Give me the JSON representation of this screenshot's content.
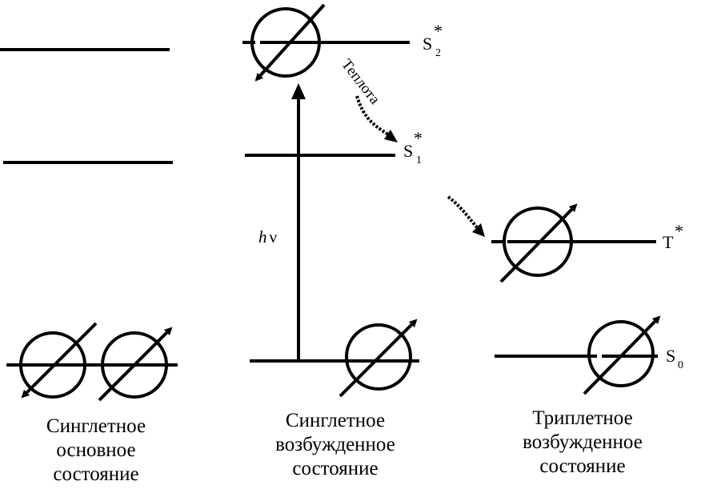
{
  "levels": {
    "s2": {
      "letter": "S",
      "sub": "2",
      "sup": "*"
    },
    "s1": {
      "letter": "S",
      "sub": "1",
      "sup": "*"
    },
    "t": {
      "letter": "T",
      "sup": "*"
    },
    "s0": {
      "letter": "S",
      "sub": "0"
    }
  },
  "labels": {
    "heat": "Теплота",
    "hv_h": "h",
    "hv_nu": "ν"
  },
  "captions": {
    "ground": [
      "Синглетное",
      "основное",
      "состояние"
    ],
    "singlet_excited": [
      "Синглетное",
      "возбужденное",
      "состояние"
    ],
    "triplet_excited": [
      "Триплетное",
      "возбужденное",
      "состояние"
    ]
  }
}
